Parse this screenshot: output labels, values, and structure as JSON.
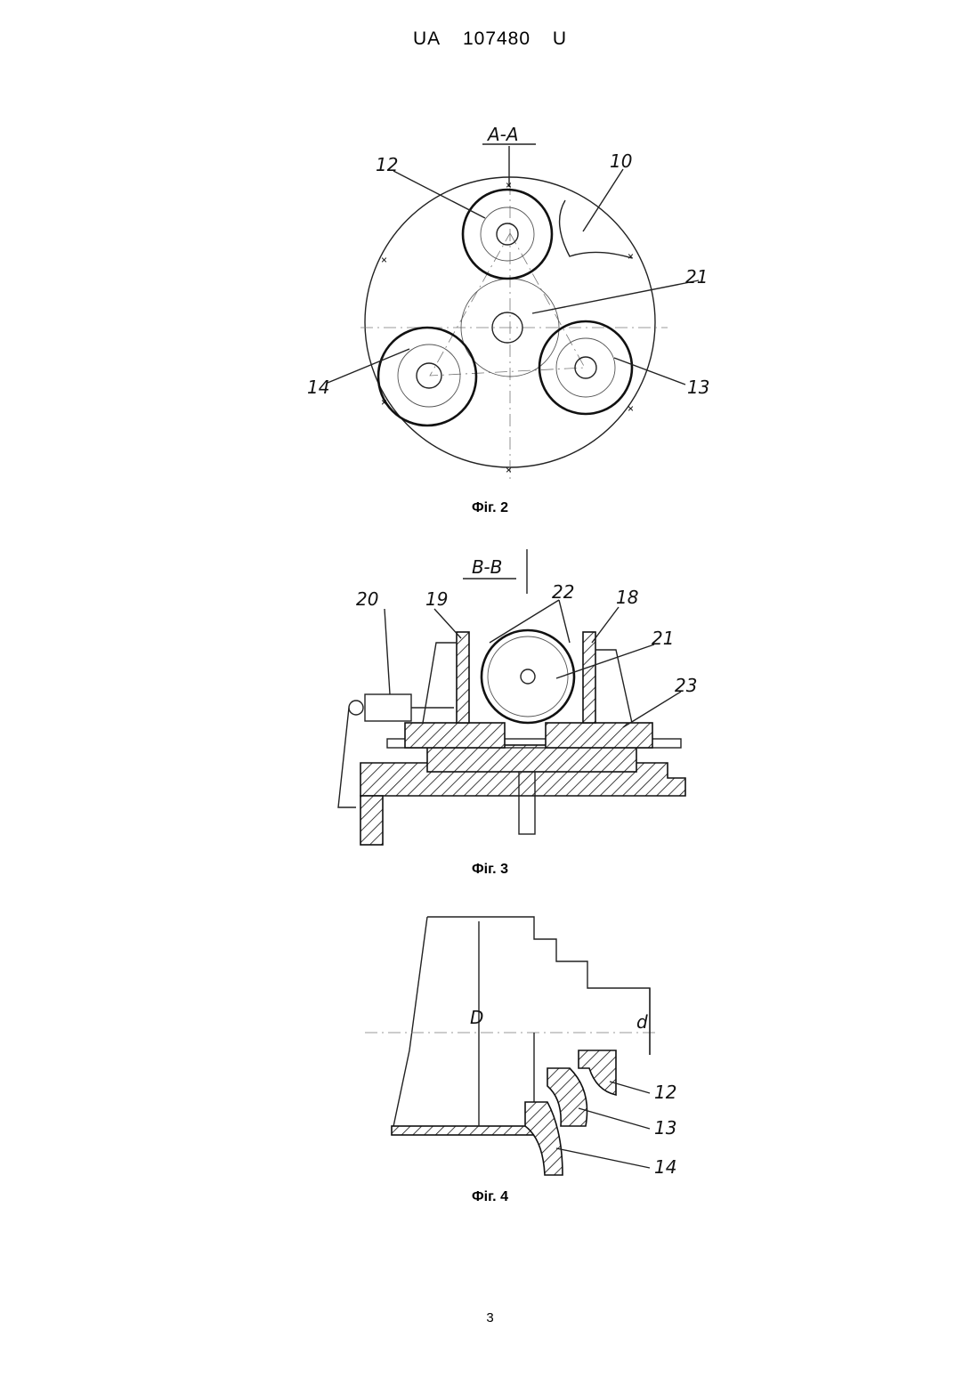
{
  "header": {
    "country": "UA",
    "number": "107480",
    "kind": "U"
  },
  "figures": [
    {
      "caption": "Фіг. 2",
      "section": "A-A",
      "labels": [
        "12",
        "10",
        "21",
        "14",
        "13"
      ]
    },
    {
      "caption": "Фіг. 3",
      "section": "B-B",
      "labels": [
        "20",
        "19",
        "22",
        "18",
        "21",
        "23"
      ]
    },
    {
      "caption": "Фіг. 4",
      "dimensions": [
        "D",
        "d"
      ],
      "labels": [
        "12",
        "13",
        "14"
      ]
    }
  ],
  "page_number": "3"
}
